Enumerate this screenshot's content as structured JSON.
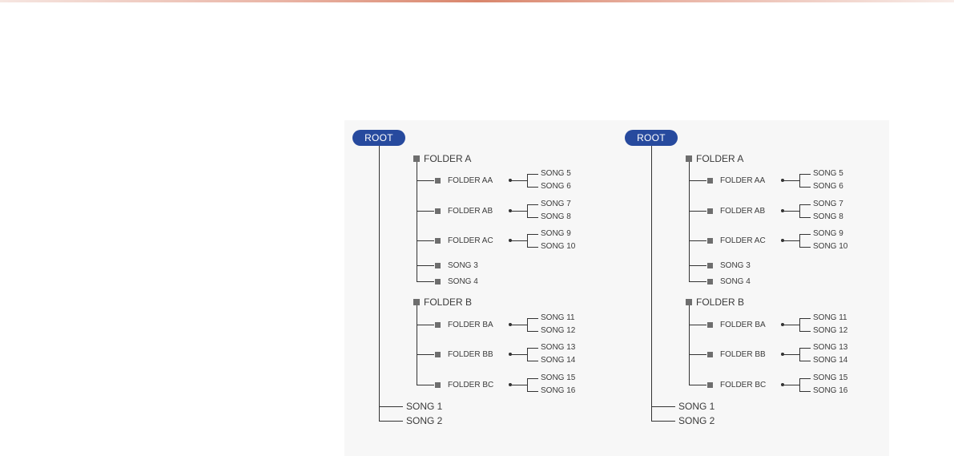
{
  "trees": [
    {
      "root_label": "ROOT",
      "folder_a": {
        "label": "FOLDER A",
        "subfolders": [
          {
            "label": "FOLDER AA",
            "songs": [
              "SONG 5",
              "SONG 6"
            ]
          },
          {
            "label": "FOLDER AB",
            "songs": [
              "SONG 7",
              "SONG 8"
            ]
          },
          {
            "label": "FOLDER AC",
            "songs": [
              "SONG 9",
              "SONG 10"
            ]
          }
        ],
        "songs": [
          "SONG 3",
          "SONG 4"
        ]
      },
      "folder_b": {
        "label": "FOLDER B",
        "subfolders": [
          {
            "label": "FOLDER BA",
            "songs": [
              "SONG 11",
              "SONG 12"
            ]
          },
          {
            "label": "FOLDER BB",
            "songs": [
              "SONG 13",
              "SONG 14"
            ]
          },
          {
            "label": "FOLDER BC",
            "songs": [
              "SONG 15",
              "SONG 16"
            ]
          }
        ]
      },
      "root_songs": [
        "SONG 1",
        "SONG 2"
      ]
    },
    {
      "root_label": "ROOT",
      "folder_a": {
        "label": "FOLDER A",
        "subfolders": [
          {
            "label": "FOLDER AA",
            "songs": [
              "SONG 5",
              "SONG 6"
            ]
          },
          {
            "label": "FOLDER AB",
            "songs": [
              "SONG 7",
              "SONG 8"
            ]
          },
          {
            "label": "FOLDER AC",
            "songs": [
              "SONG 9",
              "SONG 10"
            ]
          }
        ],
        "songs": [
          "SONG 3",
          "SONG 4"
        ]
      },
      "folder_b": {
        "label": "FOLDER B",
        "subfolders": [
          {
            "label": "FOLDER BA",
            "songs": [
              "SONG 11",
              "SONG 12"
            ]
          },
          {
            "label": "FOLDER BB",
            "songs": [
              "SONG 13",
              "SONG 14"
            ]
          },
          {
            "label": "FOLDER BC",
            "songs": [
              "SONG 15",
              "SONG 16"
            ]
          }
        ]
      },
      "root_songs": [
        "SONG 1",
        "SONG 2"
      ]
    }
  ],
  "colors": {
    "root_badge": "#274a9e",
    "folder_square": "#6e6e6e",
    "line": "#333333",
    "panel_background": "#f7f7f7"
  }
}
